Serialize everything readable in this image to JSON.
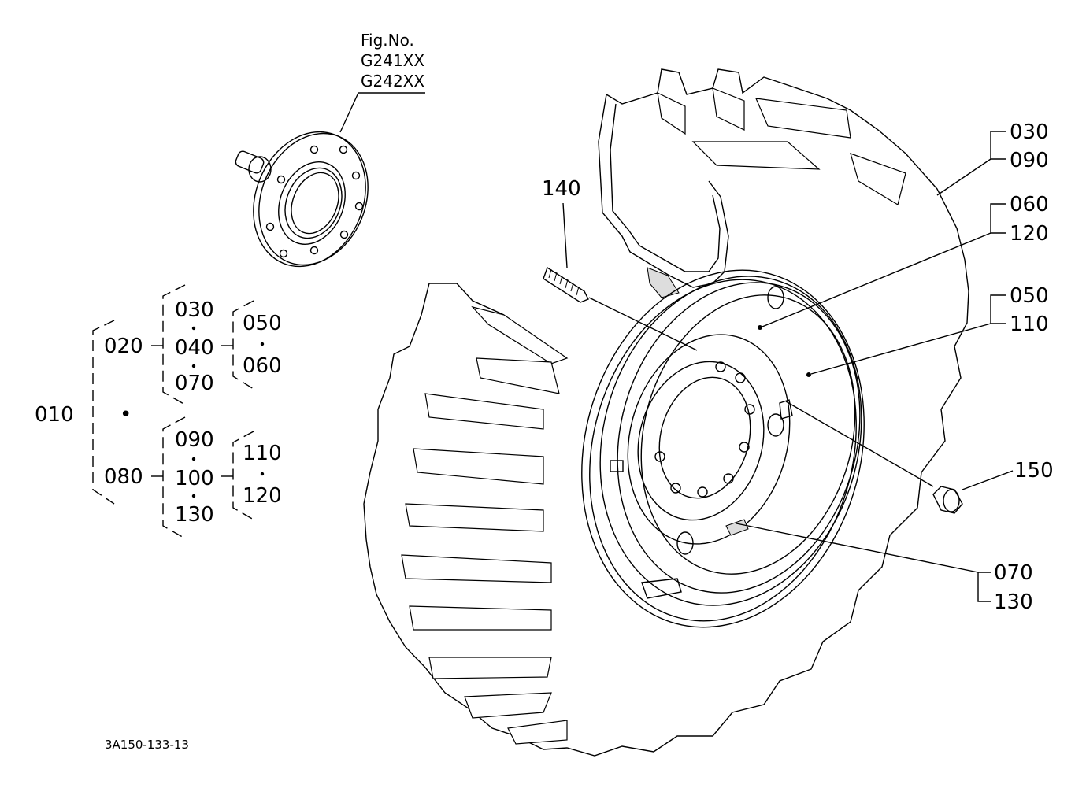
{
  "figure": {
    "fig_no_label": "Fig.No.",
    "fig_numbers": [
      "G241XX",
      "G242XX"
    ],
    "drawing_id": "3A150-133-13"
  },
  "tree": {
    "root": "010",
    "root_dot": "•",
    "groups": [
      {
        "code": "020",
        "children": [
          "030",
          "040",
          "070"
        ],
        "sub_of": "040",
        "sub": [
          "050",
          "060"
        ]
      },
      {
        "code": "080",
        "children": [
          "090",
          "100",
          "130"
        ],
        "sub_of": "100",
        "sub": [
          "110",
          "120"
        ]
      }
    ]
  },
  "callouts": {
    "c140": "140",
    "c150": "150",
    "c030": "030",
    "c090": "090",
    "c060": "060",
    "c120": "120",
    "c050": "050",
    "c110": "110",
    "c070": "070",
    "c130": "130"
  }
}
